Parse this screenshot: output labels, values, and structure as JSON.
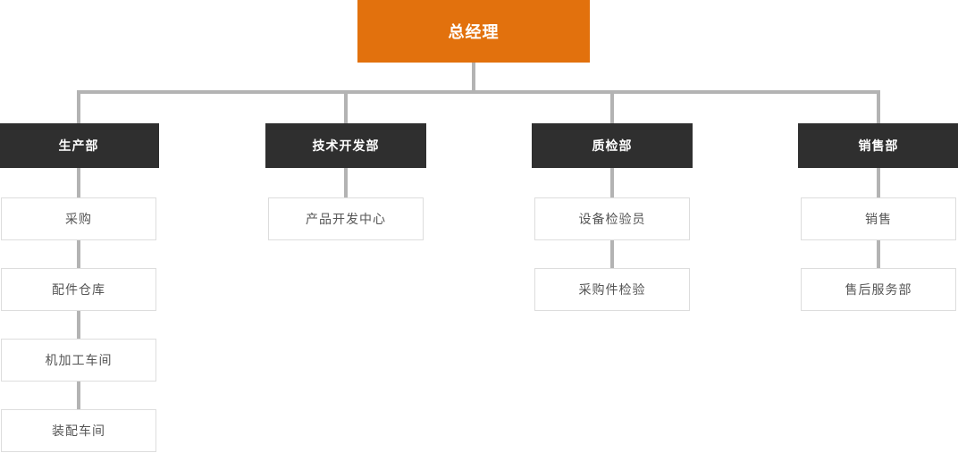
{
  "colors": {
    "root_bg": "#e2710d",
    "root_text": "#ffffff",
    "dept_bg": "#2f2f2f",
    "dept_text": "#ffffff",
    "child_border": "#dddddd",
    "child_text": "#555555",
    "connector": "#b3b3b3"
  },
  "root": {
    "label": "总经理"
  },
  "columns": [
    {
      "dept": {
        "label": "生产部"
      },
      "children": [
        {
          "label": "采购"
        },
        {
          "label": "配件仓库"
        },
        {
          "label": "机加工车间"
        },
        {
          "label": "装配车间"
        }
      ]
    },
    {
      "dept": {
        "label": "技术开发部"
      },
      "children": [
        {
          "label": "产品开发中心"
        }
      ]
    },
    {
      "dept": {
        "label": "质检部"
      },
      "children": [
        {
          "label": "设备检验员"
        },
        {
          "label": "采购件检验"
        }
      ]
    },
    {
      "dept": {
        "label": "销售部"
      },
      "children": [
        {
          "label": "销售"
        },
        {
          "label": "售后服务部"
        }
      ]
    }
  ]
}
